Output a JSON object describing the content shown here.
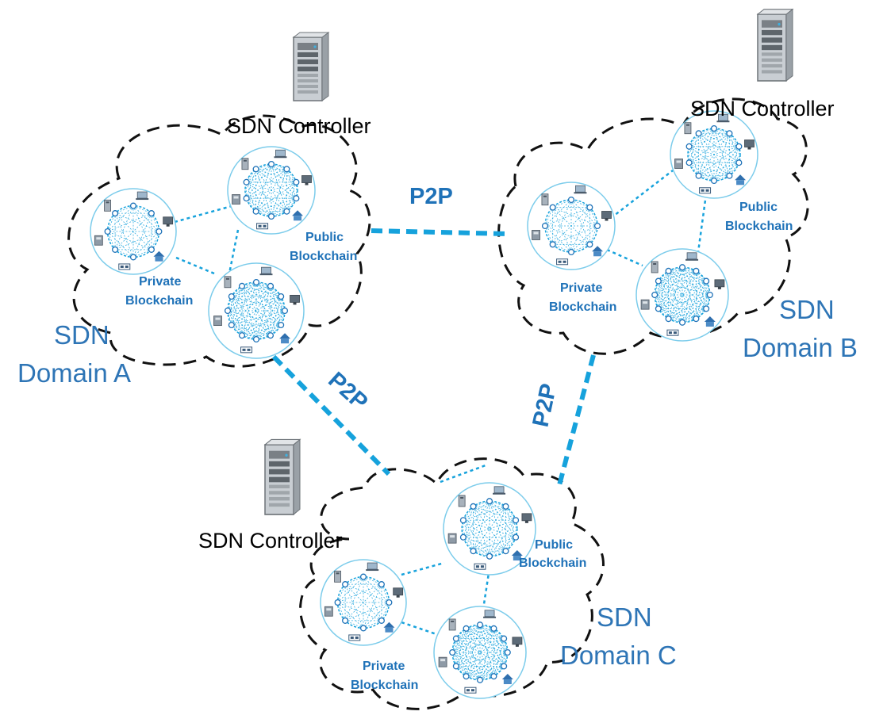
{
  "labels": {
    "sdn_controller": "SDN Controller",
    "public_line1": "Public",
    "public_line2": "Blockchain",
    "private_line1": "Private",
    "private_line2": "Blockchain",
    "p2p": "P2P",
    "sdn": "SDN"
  },
  "domains": [
    {
      "id": "a",
      "name_line2": "Domain A"
    },
    {
      "id": "b",
      "name_line2": "Domain B"
    },
    {
      "id": "c",
      "name_line2": "Domain C"
    }
  ],
  "colors": {
    "accent": "#16A2DC",
    "domain_text": "#2E75B6",
    "chain_text": "#1F72B8",
    "cloud_border": "#111111"
  }
}
